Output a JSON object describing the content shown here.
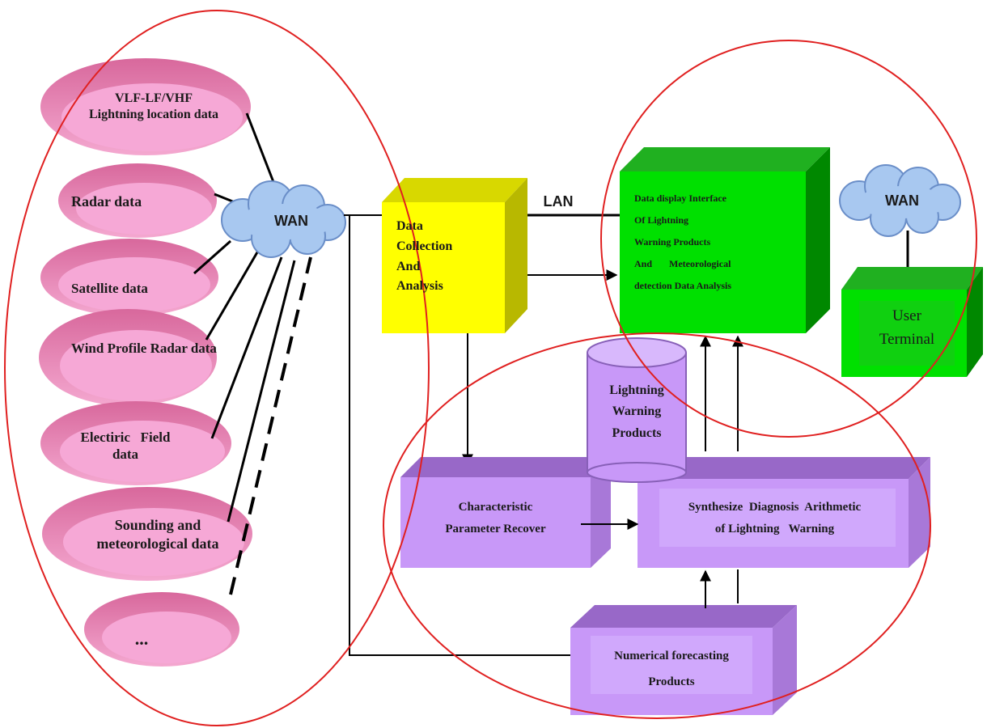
{
  "sources": [
    {
      "id": "vlf",
      "line1": "VLF-LF/VHF",
      "line2": "Lightning location data"
    },
    {
      "id": "radar",
      "line1": "Radar data"
    },
    {
      "id": "satellite",
      "line1": "Satellite data"
    },
    {
      "id": "wind",
      "line1": "Wind Profile Radar data"
    },
    {
      "id": "efield",
      "line1": "Electiric   Field",
      "line2": "data"
    },
    {
      "id": "sounding",
      "line1": "Sounding and",
      "line2": "meteorological data"
    },
    {
      "id": "more",
      "line1": "..."
    }
  ],
  "wan_left": "WAN",
  "wan_right": "WAN",
  "lan": "LAN",
  "data_collection": [
    "Data",
    "Collection",
    "And",
    "Analysis"
  ],
  "display_interface": [
    "Data display Interface",
    "Of Lightning",
    "Warning Products",
    "And       Meteorological",
    "detection Data Analysis"
  ],
  "user_terminal": [
    "User",
    "Terminal"
  ],
  "warning_products": [
    "Lightning",
    "Warning",
    "Products"
  ],
  "characteristic": [
    "Characteristic",
    "Parameter Recover"
  ],
  "synthesize": [
    "Synthesize  Diagnosis  Arithmetic",
    "of Lightning   Warning"
  ],
  "numerical": [
    "Numerical forecasting",
    "Products"
  ],
  "colors": {
    "pink": "#f090c8",
    "yellow": "#ffff00",
    "green": "#00e000",
    "purple": "#c898f8",
    "cloud": "#a8c8f0",
    "ring": "#e02020"
  }
}
